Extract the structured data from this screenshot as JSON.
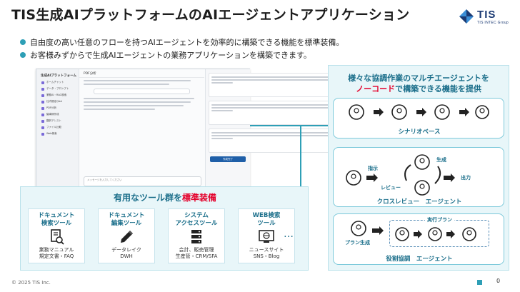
{
  "header": {
    "title": "TIS生成AIプラットフォームのAIエージェントアプリケーション",
    "logo_text": "TIS",
    "logo_sub": "TIS INTEC Group"
  },
  "bullets": [
    "自由度の高い任意のフローを持つAIエージェントを効率的に構築できる機能を標準装備。",
    "お客様みずからで生成AIエージェントの業務アプリケーションを構築できます。"
  ],
  "mock": {
    "sidebar_title": "生成AIプラットフォーム",
    "tab_title": "PDF分析",
    "items": [
      "ホームチャット",
      "データ・プロンプト",
      "業務AI・RAG検索",
      "社内規定Q&A",
      "PDF分析",
      "議事録作成",
      "翻訳アシスト",
      "ファイル比較",
      "Web検索"
    ],
    "input_placeholder": "メッセージを入力してください",
    "right_button": "作成完了"
  },
  "tools": {
    "title_pre": "有用なツール群を",
    "title_hl": "標準装備",
    "items": [
      {
        "title1": "ドキュメント",
        "title2": "検索ツール",
        "desc1": "業務マニュアル",
        "desc2": "規定文書・FAQ",
        "icon": "document-search-icon"
      },
      {
        "title1": "ドキュメント",
        "title2": "編集ツール",
        "desc1": "データレイク",
        "desc2": "DWH",
        "icon": "pencil-icon"
      },
      {
        "title1": "システム",
        "title2": "アクセスツール",
        "desc1": "会計、販売管理",
        "desc2": "生産管・CRM/SFA",
        "icon": "server-icon"
      },
      {
        "title1": "WEB検索",
        "title2": "ツール",
        "desc1": "ニュースサイト",
        "desc2": "SNS・Blog",
        "icon": "web-monitor-icon"
      }
    ],
    "ellipsis": "…"
  },
  "multi": {
    "title1": "様々な協調作業のマルチエージェントを",
    "title2_hl": "ノーコード",
    "title2_post": "で構築できる機能を提供",
    "scenario_label": "シナリオベース",
    "cross_label": "クロスレビュー　エージェント",
    "cross_instr": "指示",
    "cross_gen": "生成",
    "cross_out": "出力",
    "cross_review": "レビュー",
    "role_label": "役割協調　エージェント",
    "role_plan": "プラン生成",
    "role_exec": "実行プラン"
  },
  "footer": {
    "copyright": "© 2025 TIS Inc.",
    "page": "0"
  },
  "colors": {
    "accent": "#2e9fb6",
    "title_teal": "#1a6e8a",
    "highlight": "#e4002b",
    "navy": "#1b3a73"
  }
}
